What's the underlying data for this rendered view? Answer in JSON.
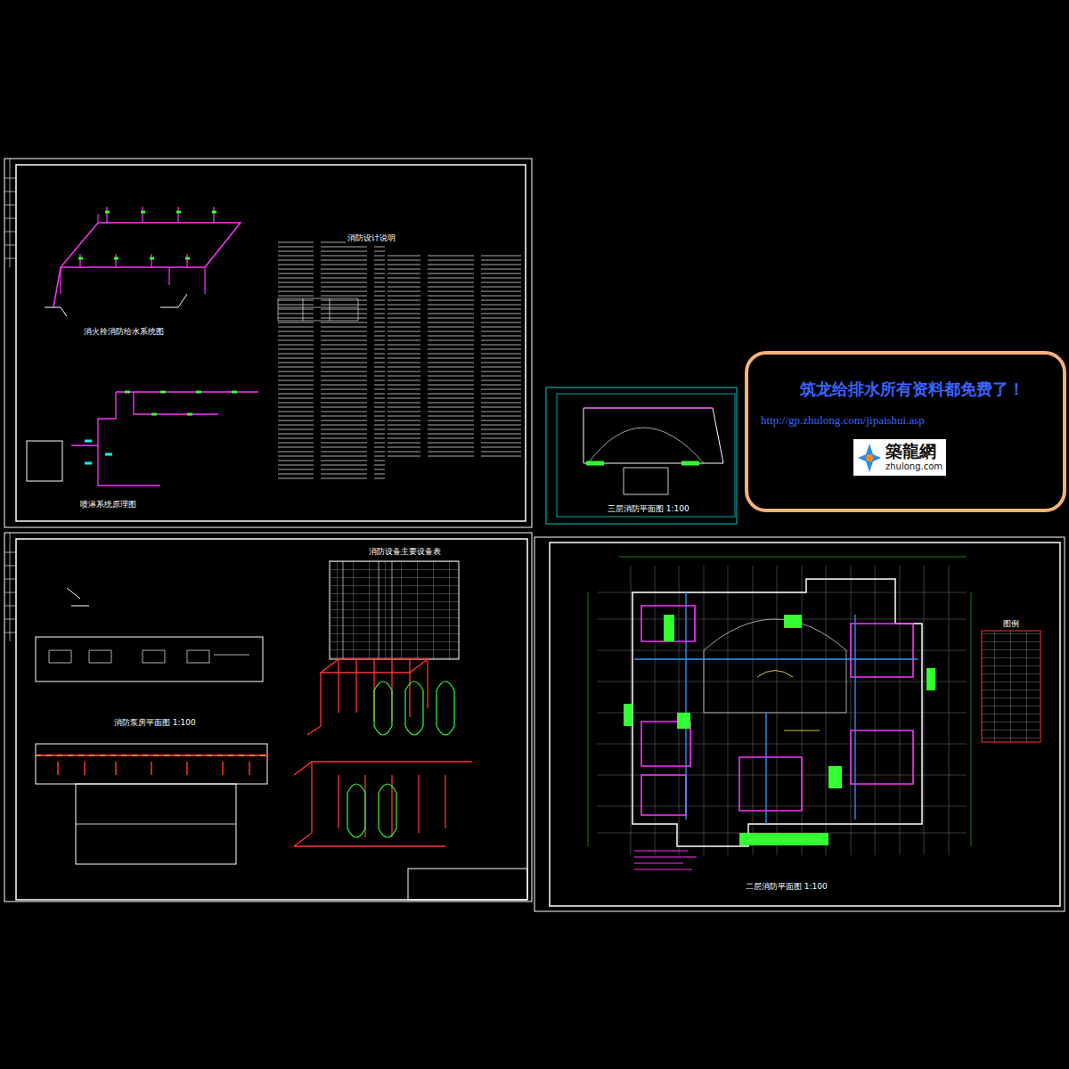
{
  "diagram": {
    "nodes": [
      {
        "text": [
          "筑龙给排水所有资料都免费了！",
          "http://gp.zhulong.com/jipaishui.asp"
        ]
      },
      {
        "text": [
          "築龍網",
          "zhulong.com"
        ],
        "in": 0
      }
    ],
    "labels": [
      "消火栓消防给水系统图",
      "喷淋系统原理图",
      "消防设计说明",
      "消防设备主要设备表",
      "消防泵房平面图 1:100",
      "三层消防平面图 1:100",
      "二层消防平面图 1:100",
      "图例"
    ]
  }
}
